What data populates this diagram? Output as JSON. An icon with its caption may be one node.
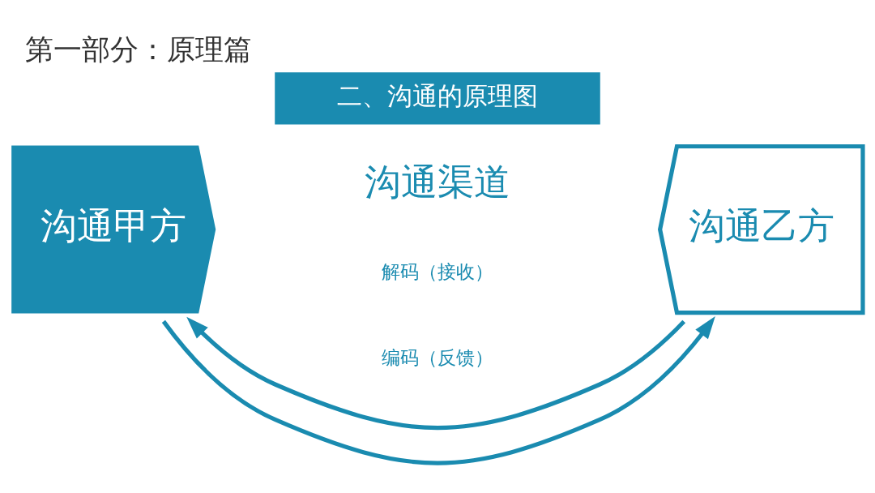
{
  "diagram": {
    "title": "第一部分：原理篇",
    "nodes": [
      {
        "text": [
          "二、沟通的原理图"
        ]
      },
      {
        "text": [
          "沟通甲方"
        ]
      },
      {
        "text": [
          "沟通乙方"
        ]
      }
    ],
    "edges": [
      {
        "from": 1,
        "to": 2,
        "arrow": "to"
      },
      {
        "from": 2,
        "to": 1,
        "arrow": "to"
      }
    ],
    "labels": [
      "沟通渠道",
      "解码（接收）",
      "编码（反馈）"
    ]
  }
}
